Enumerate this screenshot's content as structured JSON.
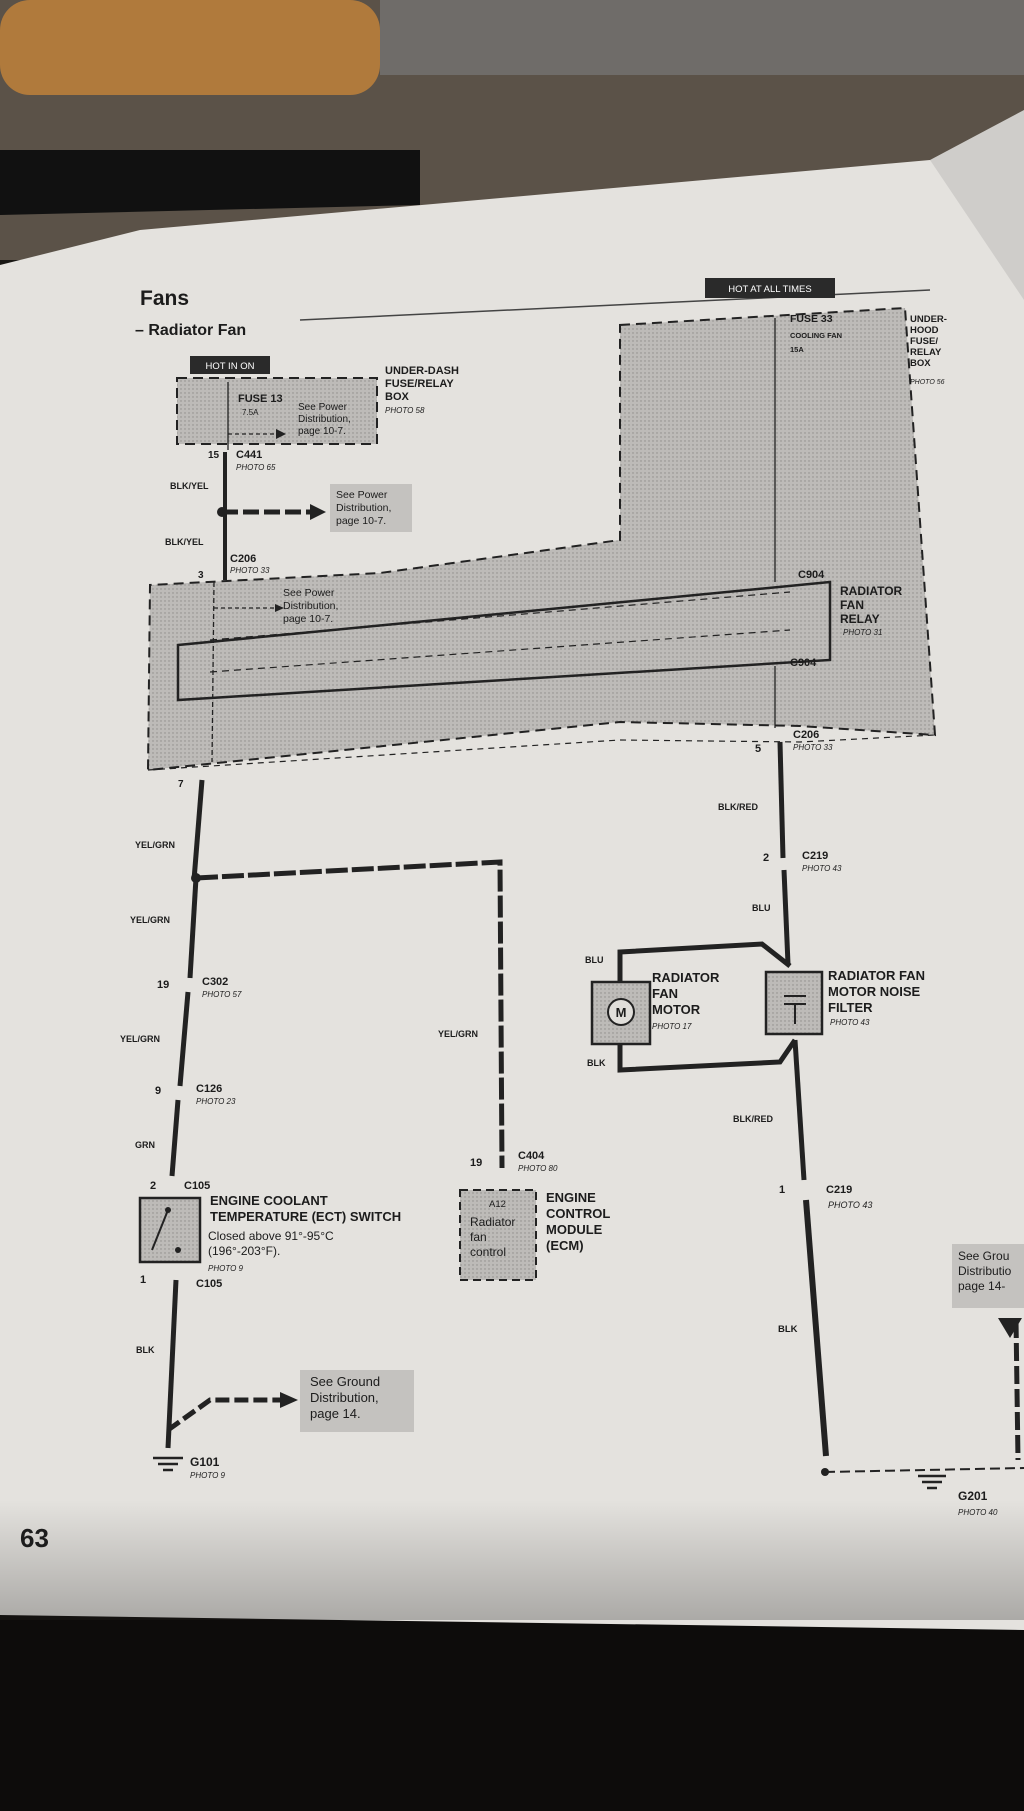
{
  "header": {
    "section": "Fans",
    "title": "– Radiator Fan"
  },
  "page_number": "63",
  "badges": {
    "hot_in_on": "HOT IN ON",
    "hot_at_all_times": "HOT AT ALL TIMES"
  },
  "underdash_box": {
    "label_lines": [
      "UNDER-DASH",
      "FUSE/RELAY",
      "BOX"
    ],
    "photo": "PHOTO 58",
    "fuse": "FUSE 13",
    "rating": "7.5A",
    "note_lines": [
      "See Power",
      "Distribution,",
      "page 10-7."
    ]
  },
  "underhood_box": {
    "label_lines": [
      "UNDER-",
      "HOOD",
      "FUSE/",
      "RELAY",
      "BOX"
    ],
    "photo": "PHOTO 56",
    "fuse": "FUSE 33",
    "fuse_name": "COOLING FAN",
    "rating": "15A"
  },
  "c441": {
    "pin": "15",
    "name": "C441",
    "photo": "PHOTO 65"
  },
  "wires": {
    "blk_yel_1": "BLK/YEL",
    "blk_yel_2": "BLK/YEL",
    "yel_grn_1": "YEL/GRN",
    "yel_grn_2": "YEL/GRN",
    "yel_grn_3": "YEL/GRN",
    "yel_grn_4": "YEL/GRN",
    "grn": "GRN",
    "blk_left": "BLK",
    "blk_red_1": "BLK/RED",
    "blu_1": "BLU",
    "blu_2": "BLU",
    "blk_motor": "BLK",
    "blk_red_2": "BLK/RED",
    "blk_right": "BLK"
  },
  "power_note_1": [
    "See Power",
    "Distribution,",
    "page 10-7."
  ],
  "power_note_2": [
    "See Power",
    "Distribution,",
    "page 10-7."
  ],
  "c206_top": {
    "pin": "3",
    "name": "C206",
    "photo": "PHOTO 33"
  },
  "relay": {
    "label_lines": [
      "RADIATOR",
      "FAN",
      "RELAY"
    ],
    "photo": "PHOTO 31",
    "c904_top": "C904",
    "c904_bottom": "C904"
  },
  "c206_right": {
    "pin": "5",
    "name": "C206",
    "photo": "PHOTO 33"
  },
  "pin_7": "7",
  "c219_top": {
    "pin": "2",
    "name": "C219",
    "photo": "PHOTO 43"
  },
  "fan_motor": {
    "label_lines": [
      "RADIATOR",
      "FAN",
      "MOTOR"
    ],
    "photo": "PHOTO 17",
    "symbol": "M"
  },
  "noise_filter": {
    "label_lines": [
      "RADIATOR FAN",
      "MOTOR NOISE",
      "FILTER"
    ],
    "photo": "PHOTO 43"
  },
  "c302": {
    "pin": "19",
    "name": "C302",
    "photo": "PHOTO 57"
  },
  "c126": {
    "pin": "9",
    "name": "C126",
    "photo": "PHOTO 23"
  },
  "c105_top": {
    "pin": "2",
    "name": "C105"
  },
  "c105_bottom": {
    "pin": "1",
    "name": "C105"
  },
  "ect_switch": {
    "label_lines": [
      "ENGINE COOLANT",
      "TEMPERATURE (ECT) SWITCH"
    ],
    "desc_lines": [
      "Closed above 91°-95°C",
      "(196°-203°F)."
    ],
    "photo": "PHOTO 9"
  },
  "c404": {
    "pin": "19",
    "name": "C404",
    "photo": "PHOTO 80"
  },
  "ecm": {
    "label_lines": [
      "ENGINE",
      "CONTROL",
      "MODULE",
      "(ECM)"
    ],
    "pin": "A12",
    "inner_lines": [
      "Radiator",
      "fan",
      "control"
    ]
  },
  "c219_bottom": {
    "pin": "1",
    "name": "C219",
    "photo": "PHOTO 43"
  },
  "ground_note": [
    "See Ground",
    "Distribution,",
    "page 14."
  ],
  "ground_note_right": [
    "See Grou",
    "Distributio",
    "page 14-"
  ],
  "g101": {
    "name": "G101",
    "photo": "PHOTO 9"
  },
  "g201": {
    "name": "G201",
    "photo": "PHOTO 40"
  },
  "colors": {
    "paper": "#dedcd8",
    "ink": "#222222",
    "shade": "#b9b7b4",
    "badge": "#2a2a2a"
  }
}
